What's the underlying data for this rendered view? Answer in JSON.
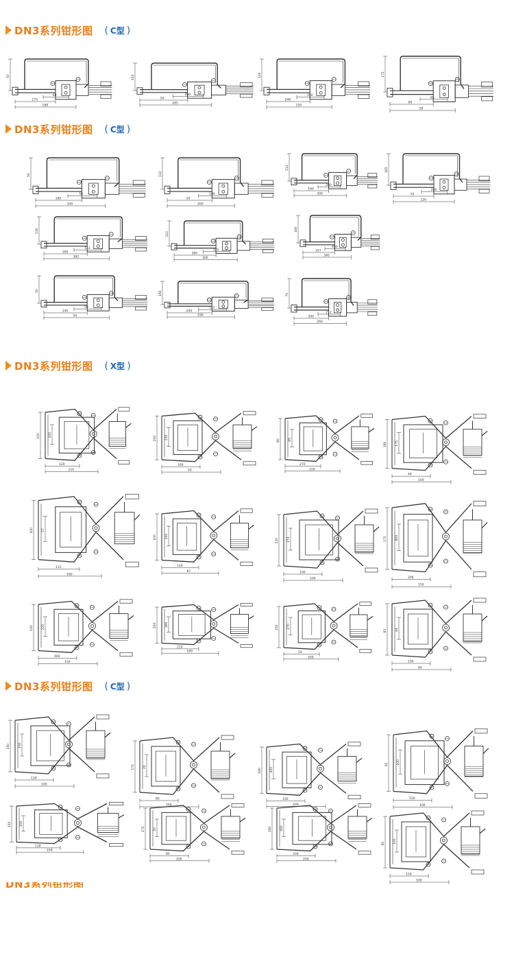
{
  "sections": [
    {
      "title": "DN3系列钳形图",
      "type": "C型"
    },
    {
      "title": "DN3系列钳形图",
      "type": "C型"
    },
    {
      "title": "DN3系列钳形图",
      "type": "X型"
    },
    {
      "title": "DN3系列钳形图",
      "type": "C型"
    }
  ],
  "partial_section": {
    "title": "DN3系列钳形图"
  },
  "colors": {
    "title": "#e8801a",
    "type": "#1e66b4",
    "line": "#333333"
  },
  "dims": {
    "s1": [
      "175",
      "188",
      "60",
      "50",
      "50",
      "185",
      "380",
      "410",
      "240",
      "150",
      "250",
      "120",
      "60",
      "58",
      "65"
    ],
    "s2": [
      "180",
      "140",
      "50",
      "50",
      "50",
      "200",
      "190",
      "112",
      "160",
      "300",
      "260",
      "212",
      "70",
      "120",
      "280",
      "165",
      "160",
      "382",
      "113",
      "230",
      "360",
      "300",
      "125",
      "110",
      "257",
      "340",
      "460"
    ],
    "s3": [
      "120",
      "210",
      "100",
      "200",
      "160",
      "50",
      "200",
      "250",
      "270",
      "100",
      "80",
      "85",
      "44",
      "100",
      "180",
      "175",
      "112",
      "160",
      "100",
      "57",
      "120",
      "87",
      "100",
      "100",
      "100",
      "100",
      "120",
      "274",
      "206",
      "150",
      "175",
      "800",
      "460",
      "150",
      "100"
    ],
    "s4": [
      "130",
      "100",
      "150",
      "100",
      "80",
      "200",
      "170",
      "20",
      "330",
      "200",
      "180",
      "400",
      "150",
      "100",
      "60",
      "100"
    ]
  }
}
